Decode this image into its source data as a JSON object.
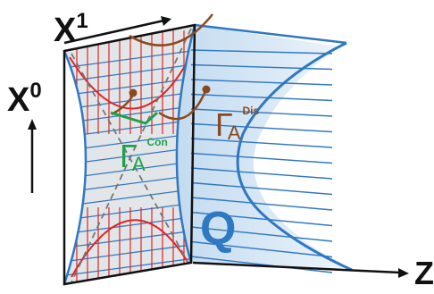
{
  "labels": {
    "x1": {
      "base": "X",
      "sup": "1"
    },
    "x0": {
      "base": "X",
      "sup": "0"
    },
    "z": "Z",
    "q": "Q",
    "gamma_dis": {
      "base": "Γ",
      "sub": "A",
      "sup": "Dis"
    },
    "gamma_con": {
      "base": "Γ",
      "sub": "A",
      "sup": "Con"
    }
  },
  "colors": {
    "outline": "#111111",
    "blue": "#2f78c2",
    "blue_fill": "#cfe3f3",
    "red": "#e02424",
    "brown": "#8a4a1f",
    "green": "#1fa14a",
    "dashed": "#777777",
    "gray_fill": "#e3e6e8"
  }
}
